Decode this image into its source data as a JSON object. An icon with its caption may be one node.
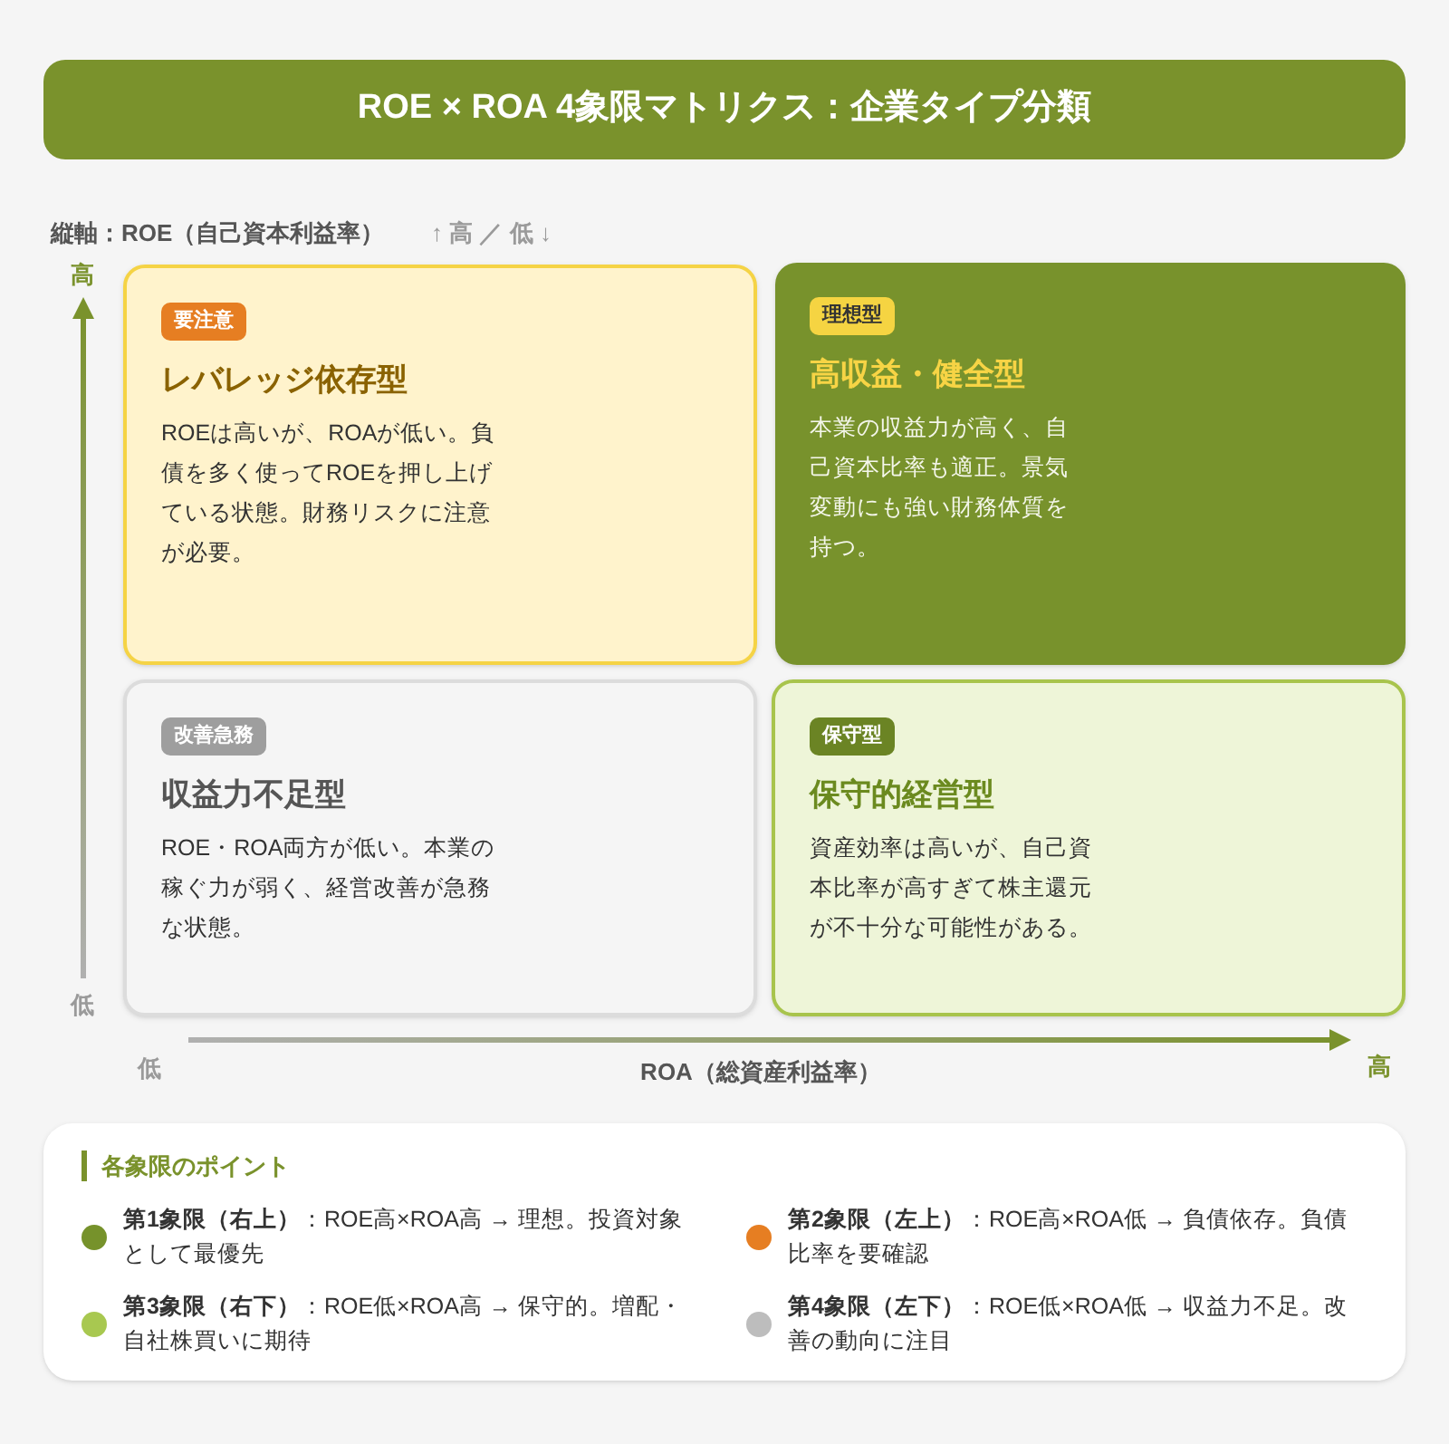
{
  "diagram": {
    "title": "ROE × ROA 4象限マトリクス：企業タイプ分類",
    "nodes": [
      {
        "text": [
          "レバレッジ依存型",
          "ROEは高いが、ROAが低い。負債を多く使ってROEを押し上げている状態。財務リスクに注意が必要。"
        ]
      },
      {
        "text": [
          "要注意"
        ],
        "in": 0
      },
      {
        "text": [
          "高収益・健全型",
          "本業の収益力が高く、自己資本比率も適正。景気変動にも強い財務体質を持つ。"
        ]
      },
      {
        "text": [
          "理想型"
        ],
        "in": 2
      },
      {
        "text": [
          "収益力不足型",
          "ROE・ROA両方が低い。本業の稼ぐ力が弱く、経営改善が急務な状態。"
        ]
      },
      {
        "text": [
          "改善急務"
        ],
        "in": 4
      },
      {
        "text": [
          "保守的経営型",
          "資産効率は高いが、自己資本比率が高すぎて株主還元が不十分な可能性がある。"
        ]
      },
      {
        "text": [
          "保守型"
        ],
        "in": 6
      }
    ],
    "labels": [
      "縦軸：**ROE**（自己資本利益率）",
      "↑ 高 ／ 低 ↓",
      "高",
      "低",
      "低",
      "ROA（総資産利益率）",
      "高",
      "各象限のポイント"
    ],
    "legend": [
      {
        "text": "**第1象限（右上）**：ROE高×ROA高 → 理想。投資対象として最優先",
        "color": "#76922b"
      },
      {
        "text": "**第2象限（左上）**：ROE高×ROA低 → 負債依存。負債比率を要確認",
        "color": "#e67e22"
      },
      {
        "text": "**第3象限（右下）**：ROE低×ROA高 → 保守的。増配・自社株買いに期待",
        "color": "#a8c850"
      },
      {
        "text": "**第4象限（左下）**：ROE低×ROA低 → 収益力不足。改善の動向に注目",
        "color": "#bdbdbd"
      }
    ]
  }
}
